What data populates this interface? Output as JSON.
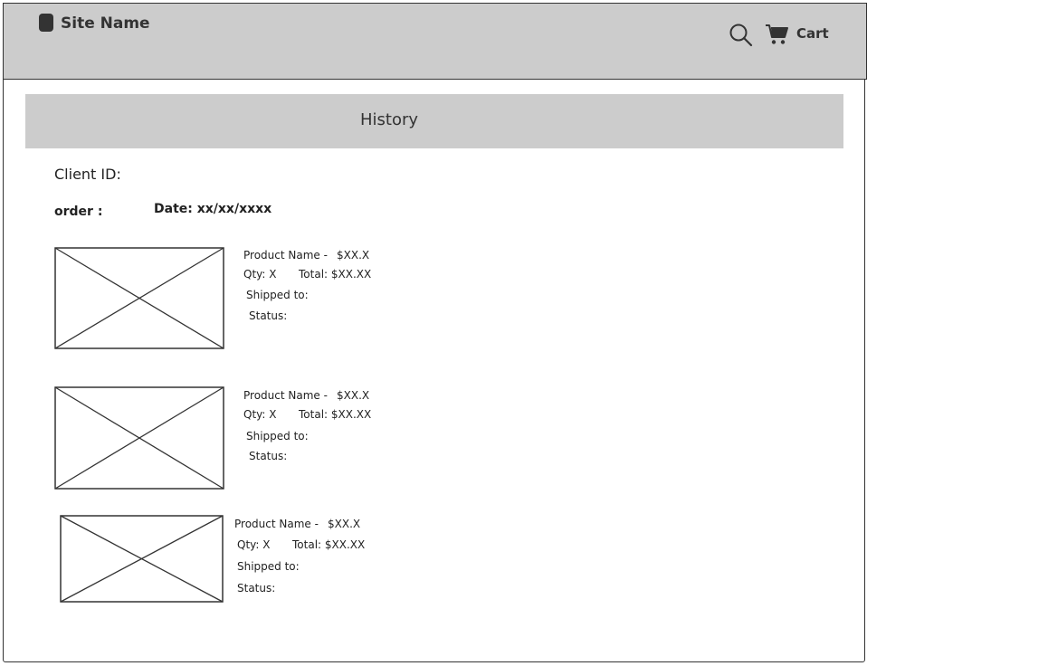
{
  "header": {
    "site_name": "Site Name",
    "cart_label": "Cart",
    "icons": {
      "logo": "logo-placeholder",
      "search": "search-icon",
      "cart": "cart-icon"
    }
  },
  "page": {
    "title": "History",
    "client_id_label": "Client ID:",
    "order_label": "order :",
    "date_label": "Date: xx/xx/xxxx"
  },
  "orders": [
    {
      "product_name": "Product Name -",
      "price": "$XX.X",
      "qty": "Qty: X",
      "total": "Total: $XX.XX",
      "shipped": "Shipped to:",
      "status": "Status:"
    },
    {
      "product_name": "Product Name -",
      "price": "$XX.X",
      "qty": "Qty: X",
      "total": "Total: $XX.XX",
      "shipped": "Shipped to:",
      "status": "Status:"
    },
    {
      "product_name": "Product Name -",
      "price": "$XX.X",
      "qty": "Qty: X",
      "total": "Total: $XX.XX",
      "shipped": "Shipped to:",
      "status": "Status:"
    }
  ],
  "colors": {
    "header_bg": "#cccccc",
    "history_bar_bg": "#cccccc",
    "stroke": "#333333"
  }
}
